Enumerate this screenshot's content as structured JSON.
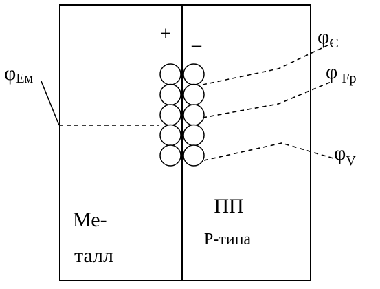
{
  "diagram": {
    "sign_plus": "+",
    "sign_minus": "–",
    "regions": {
      "metal": {
        "line1": "Ме-",
        "line2": "талл"
      },
      "semiconductor": {
        "line1": "ПП",
        "line2": "Р-типа"
      }
    },
    "labels": {
      "phi_em": {
        "symbol": "φ",
        "subscript": "Ем"
      },
      "phi_c": {
        "symbol": "φ",
        "subscript": "C"
      },
      "phi_fp": {
        "symbol": "φ",
        "subscript": "Fp"
      },
      "phi_v": {
        "symbol": "φ",
        "subscript": "V"
      }
    },
    "charge_rows": 5,
    "colors": {
      "stroke": "#000000",
      "background": "#ffffff"
    }
  }
}
